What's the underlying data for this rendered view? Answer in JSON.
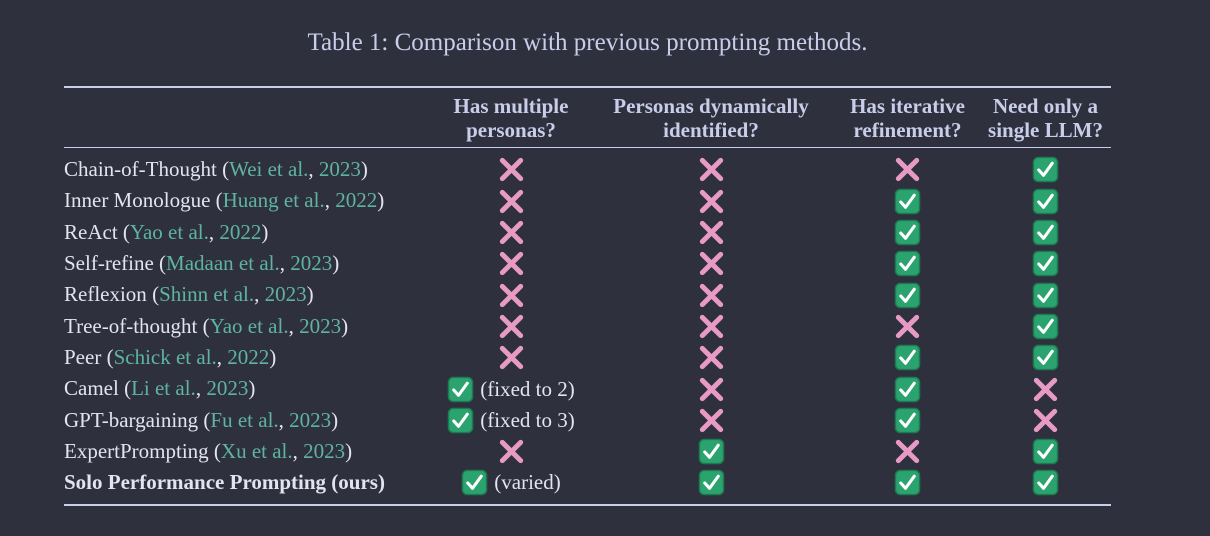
{
  "caption": "Table 1: Comparison with previous prompting methods.",
  "headers": [
    [
      ""
    ],
    [
      "Has multiple",
      "personas?"
    ],
    [
      "Personas dynamically",
      "identified?"
    ],
    [
      "Has iterative",
      "refinement?"
    ],
    [
      "Need only a",
      "single LLM?"
    ]
  ],
  "rows": [
    {
      "method": "Chain-of-Thought",
      "cite_author": "Wei et al.",
      "cite_year": "2023",
      "bold": false,
      "cells": [
        {
          "mark": "cross"
        },
        {
          "mark": "cross"
        },
        {
          "mark": "cross"
        },
        {
          "mark": "check"
        }
      ]
    },
    {
      "method": "Inner Monologue",
      "cite_author": "Huang et al.",
      "cite_year": "2022",
      "bold": false,
      "cells": [
        {
          "mark": "cross"
        },
        {
          "mark": "cross"
        },
        {
          "mark": "check"
        },
        {
          "mark": "check"
        }
      ]
    },
    {
      "method": "ReAct",
      "cite_author": "Yao et al.",
      "cite_year": "2022",
      "bold": false,
      "cells": [
        {
          "mark": "cross"
        },
        {
          "mark": "cross"
        },
        {
          "mark": "check"
        },
        {
          "mark": "check"
        }
      ]
    },
    {
      "method": "Self-refine",
      "cite_author": "Madaan et al.",
      "cite_year": "2023",
      "bold": false,
      "cells": [
        {
          "mark": "cross"
        },
        {
          "mark": "cross"
        },
        {
          "mark": "check"
        },
        {
          "mark": "check"
        }
      ]
    },
    {
      "method": "Reflexion",
      "cite_author": "Shinn et al.",
      "cite_year": "2023",
      "bold": false,
      "cells": [
        {
          "mark": "cross"
        },
        {
          "mark": "cross"
        },
        {
          "mark": "check"
        },
        {
          "mark": "check"
        }
      ]
    },
    {
      "method": "Tree-of-thought",
      "cite_author": "Yao et al.",
      "cite_year": "2023",
      "bold": false,
      "cells": [
        {
          "mark": "cross"
        },
        {
          "mark": "cross"
        },
        {
          "mark": "cross"
        },
        {
          "mark": "check"
        }
      ]
    },
    {
      "method": "Peer",
      "cite_author": "Schick et al.",
      "cite_year": "2022",
      "bold": false,
      "cells": [
        {
          "mark": "cross"
        },
        {
          "mark": "cross"
        },
        {
          "mark": "check"
        },
        {
          "mark": "check"
        }
      ]
    },
    {
      "method": "Camel",
      "cite_author": "Li et al.",
      "cite_year": "2023",
      "bold": false,
      "cells": [
        {
          "mark": "check",
          "note": "(fixed to 2)"
        },
        {
          "mark": "cross"
        },
        {
          "mark": "check"
        },
        {
          "mark": "cross"
        }
      ]
    },
    {
      "method": "GPT-bargaining",
      "cite_author": "Fu et al.",
      "cite_year": "2023",
      "bold": false,
      "cells": [
        {
          "mark": "check",
          "note": "(fixed to 3)"
        },
        {
          "mark": "cross"
        },
        {
          "mark": "check"
        },
        {
          "mark": "cross"
        }
      ]
    },
    {
      "method": "ExpertPrompting",
      "cite_author": "Xu et al.",
      "cite_year": "2023",
      "bold": false,
      "cells": [
        {
          "mark": "cross"
        },
        {
          "mark": "check"
        },
        {
          "mark": "cross"
        },
        {
          "mark": "check"
        }
      ]
    },
    {
      "method": "Solo Performance Prompting (ours)",
      "cite_author": "",
      "cite_year": "",
      "bold": true,
      "cells": [
        {
          "mark": "check",
          "note": "(varied)"
        },
        {
          "mark": "check"
        },
        {
          "mark": "check"
        },
        {
          "mark": "check"
        }
      ]
    }
  ],
  "colors": {
    "background": "#2e313d",
    "rule": "#c9cdea",
    "citation": "#5fb3a1",
    "cross": "#e79ac4",
    "check_fill": "#2aa36f",
    "check_border": "#1c7a50"
  },
  "icons": {
    "check": "check-mark-icon",
    "cross": "cross-mark-icon"
  }
}
